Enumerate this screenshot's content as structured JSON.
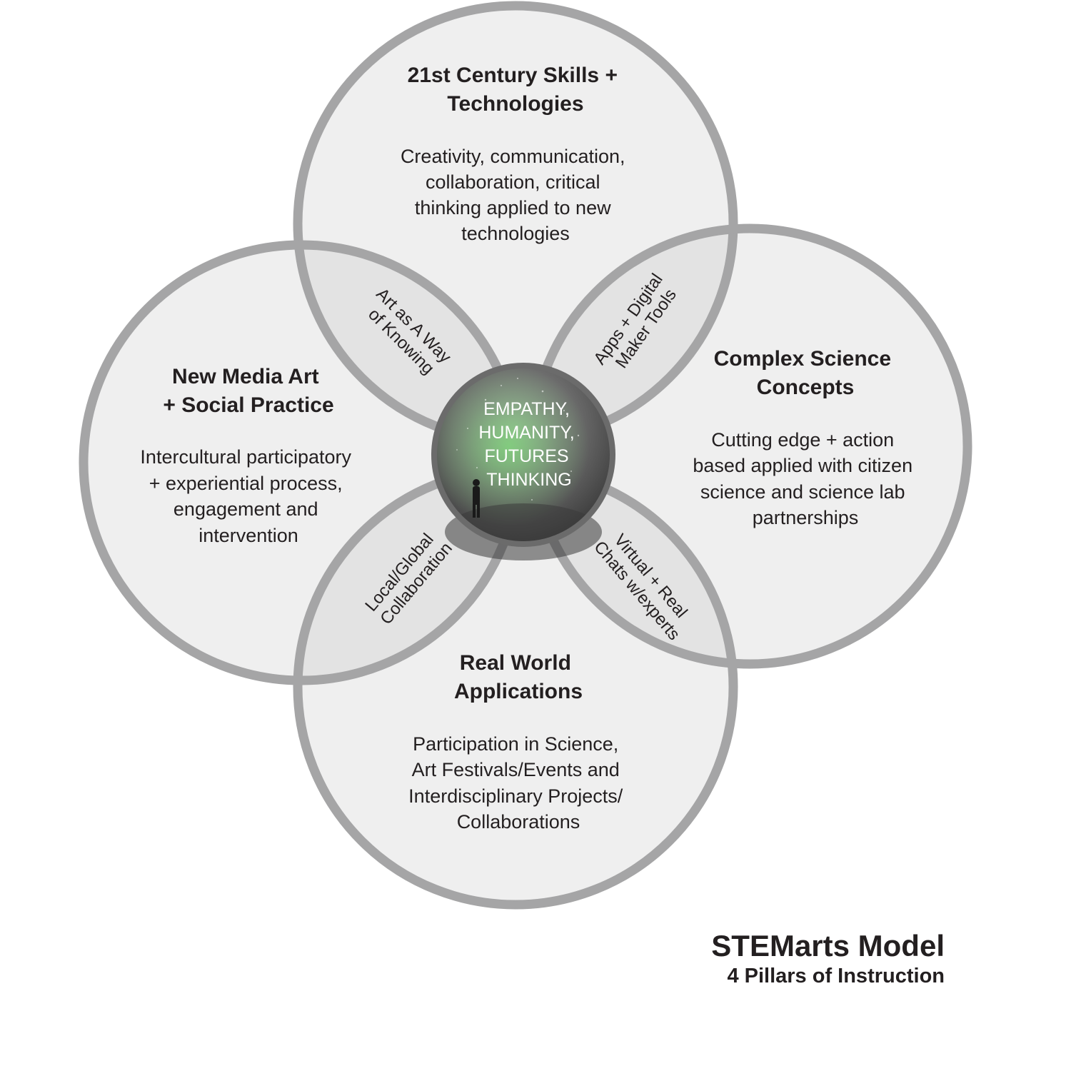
{
  "colors": {
    "circle_fill": "#efefef",
    "circle_stroke": "#a5a5a6",
    "overlap_fill": "#e3e3e3",
    "core_ring": "#6b6b6b",
    "core_glow": "#7fe07a",
    "text": "#231f20"
  },
  "pillars": {
    "top": {
      "title": [
        "21st Century Skills +",
        "Technologies"
      ],
      "body": [
        "Creativity, communication,",
        "collaboration, critical",
        "thinking applied to new",
        "technologies"
      ]
    },
    "left": {
      "title": [
        "New Media Art",
        "+ Social Practice"
      ],
      "body": [
        "Intercultural participatory",
        "+ experiential process,",
        "engagement and",
        "intervention"
      ]
    },
    "right": {
      "title": [
        "Complex Science",
        "Concepts"
      ],
      "body": [
        "Cutting edge + action",
        "based applied with citizen",
        "science and science lab",
        "partnerships"
      ]
    },
    "bottom": {
      "title": [
        "Real World",
        "Applications"
      ],
      "body": [
        "Participation in Science,",
        "Art Festivals/Events and",
        "Interdisciplinary Projects/",
        "Collaborations"
      ]
    }
  },
  "overlaps": {
    "top_left": [
      "Art as A Way",
      "of Knowing"
    ],
    "top_right": [
      "Apps + Digital",
      "Maker Tools"
    ],
    "bottom_left": [
      "Local/Global",
      "Collaboration"
    ],
    "bottom_right": [
      "Virtual + Real",
      "Chats w/experts"
    ]
  },
  "core": {
    "lines": [
      "EMPATHY,",
      "HUMANITY,",
      "FUTURES",
      "THINKING"
    ],
    "image": "person-under-starry-sky"
  },
  "caption": {
    "title": "STEMarts Model",
    "subtitle": "4 Pillars of Instruction"
  }
}
